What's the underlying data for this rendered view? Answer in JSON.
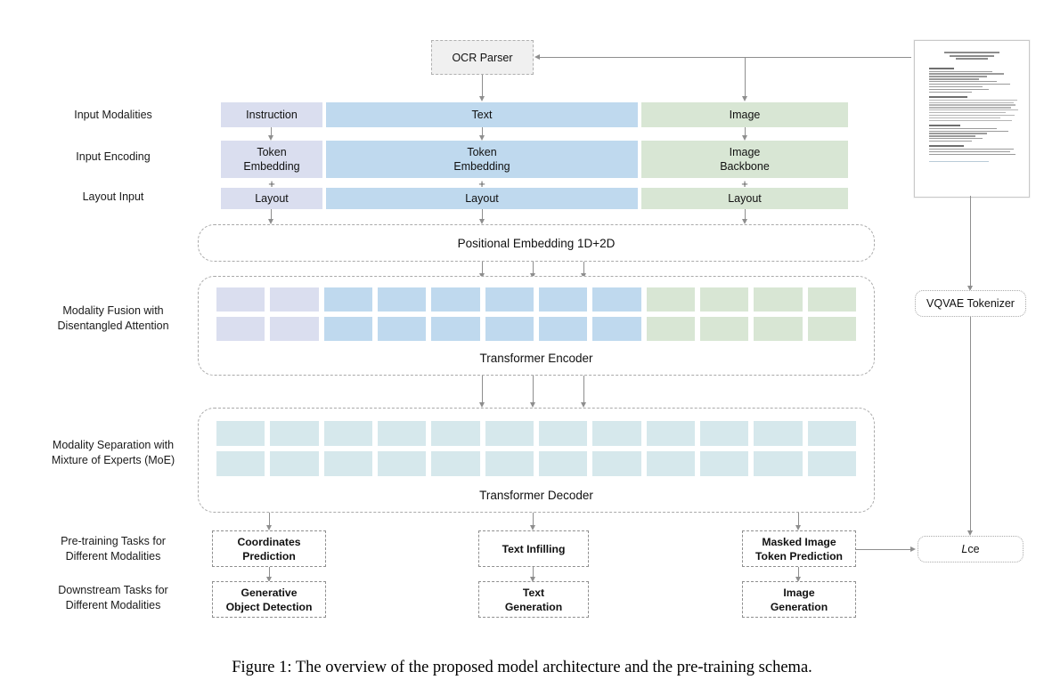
{
  "figure": {
    "caption": "Figure 1: The overview of the proposed model architecture and the pre-training schema."
  },
  "row_labels": {
    "input_modalities": "Input Modalities",
    "input_encoding": "Input Encoding",
    "layout_input": "Layout Input",
    "modality_fusion": "Modality Fusion with\nDisentangled Attention",
    "modality_separation": "Modality Separation with\nMixture of Experts (MoE)",
    "pretraining_tasks": "Pre-training Tasks for\nDifferent Modalities",
    "downstream_tasks": "Downstream Tasks for\nDifferent Modalities"
  },
  "nodes": {
    "ocr_parser": "OCR Parser",
    "vqvae_tokenizer": "VQVAE Tokenizer",
    "loss": "Lce",
    "loss_symbol": "L",
    "loss_subscript": "ce",
    "positional_embedding": "Positional Embedding 1D+2D",
    "transformer_encoder": "Transformer Encoder",
    "transformer_decoder": "Transformer Decoder"
  },
  "columns": [
    {
      "id": "instruction",
      "modality": "Instruction",
      "encoding": "Token\nEmbedding",
      "layout": "Layout",
      "plus": "+",
      "color": "#dadeef",
      "color_name": "purple"
    },
    {
      "id": "text",
      "modality": "Text",
      "encoding": "Token\nEmbedding",
      "layout": "Layout",
      "plus": "+",
      "color": "#bfd9ee",
      "color_name": "blue"
    },
    {
      "id": "image",
      "modality": "Image",
      "encoding": "Image\nBackbone",
      "layout": "Layout",
      "plus": "+",
      "color": "#d8e6d4",
      "color_name": "green"
    }
  ],
  "encoder_tokens": {
    "rows": 2,
    "colors": [
      "#dadeef",
      "#dadeef",
      "#bfd9ee",
      "#bfd9ee",
      "#bfd9ee",
      "#bfd9ee",
      "#bfd9ee",
      "#bfd9ee",
      "#d8e6d4",
      "#d8e6d4",
      "#d8e6d4",
      "#d8e6d4"
    ],
    "count": 12
  },
  "decoder_tokens": {
    "rows": 2,
    "count": 12,
    "color": "#d6e8ec"
  },
  "tasks": {
    "pretraining": [
      "Coordinates\nPrediction",
      "Text Infilling",
      "Masked Image\nToken Prediction"
    ],
    "downstream": [
      "Generative\nObject Detection",
      "Text\nGeneration",
      "Image\nGeneration"
    ]
  },
  "document_thumbnail": {
    "label": "scanned-document-page",
    "header_lines": 3,
    "sections": 4
  },
  "palette": {
    "purple": "#dadeef",
    "blue": "#bfd9ee",
    "green": "#d8e6d4",
    "decoder": "#d6e8ec",
    "arrow": "#8e8e8e",
    "dashed_border": "#9a9a9a",
    "grey_box_fill": "#f0f0f0"
  }
}
